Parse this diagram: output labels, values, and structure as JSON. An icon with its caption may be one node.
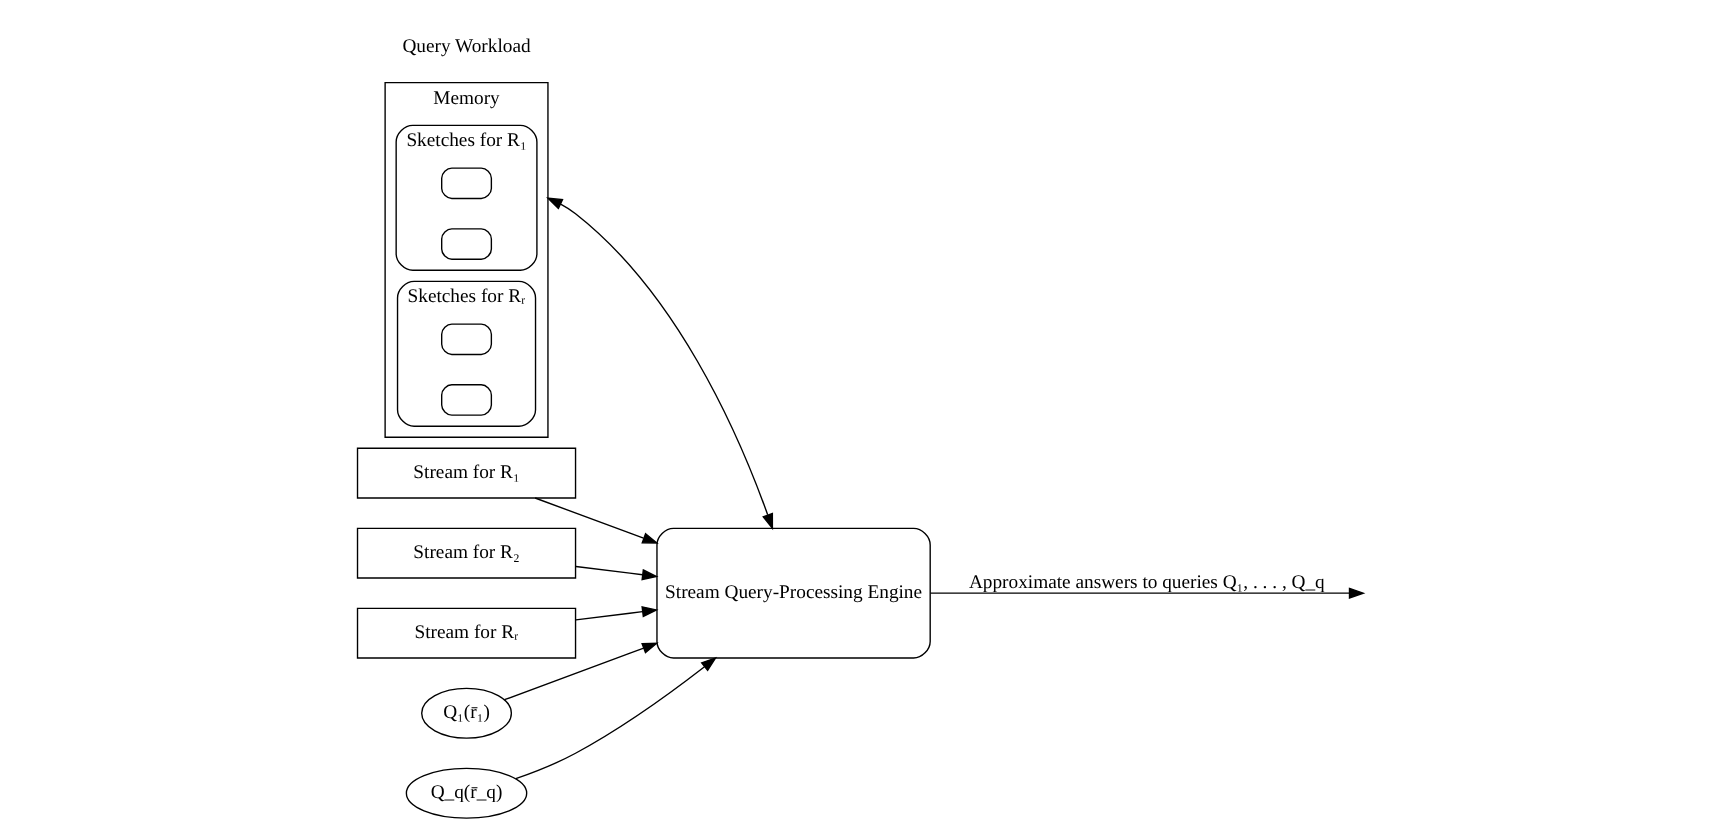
{
  "diagram": {
    "nodes": [
      {
        "text": [
          "Memory"
        ]
      },
      {
        "text": [
          "Sketches for R₁"
        ],
        "in": 0
      },
      {
        "text": [],
        "shape": "box",
        "in": 1
      },
      {
        "text": [],
        "shape": "box",
        "in": 1
      },
      {
        "text": [
          "Sketches for Rᵣ"
        ],
        "in": 0
      },
      {
        "text": [],
        "shape": "box",
        "in": 4
      },
      {
        "text": [],
        "shape": "box",
        "in": 4
      },
      {
        "text": [
          "Stream for R₁"
        ]
      },
      {
        "text": [
          "Stream for R₂"
        ]
      },
      {
        "text": [
          "Stream for Rᵣ"
        ]
      },
      {
        "text": [
          "Stream Query-Processing Engine"
        ]
      },
      {
        "text": [
          "Q₁(r̄₁)"
        ]
      },
      {
        "text": [
          "Q_q(r̄_q)"
        ]
      }
    ],
    "edges": [
      {
        "from": 0,
        "to": 10,
        "arrow": "both"
      },
      {
        "from": 7,
        "to": 10,
        "arrow": "to"
      },
      {
        "from": 8,
        "to": 10,
        "arrow": "to"
      },
      {
        "from": 9,
        "to": 10,
        "arrow": "to"
      },
      {
        "from": 11,
        "to": 10,
        "arrow": "to"
      },
      {
        "from": 12,
        "to": 10,
        "arrow": "to"
      },
      {
        "from": 10,
        "to": null,
        "arrow": "to",
        "label": "Approximate answers to queries Q₁, . . . , Q_q"
      }
    ],
    "labels": [
      "Query Workload"
    ]
  }
}
